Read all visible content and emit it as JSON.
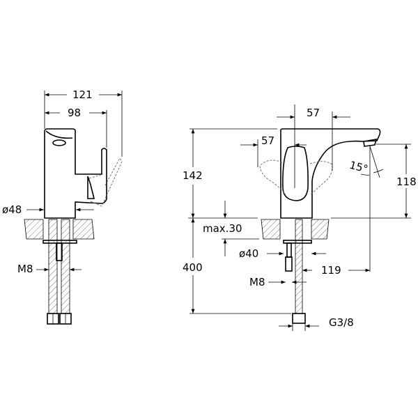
{
  "colors": {
    "line": "#000000",
    "hatch": "#555555",
    "background": "#ffffff"
  },
  "side_view": {
    "dim_total_depth": "121",
    "dim_body_depth": "98",
    "dim_diameter": "ø48",
    "dim_thread": "M8"
  },
  "front_view": {
    "dim_lever_swing": "57",
    "dim_lever_swing_left": "57",
    "dim_height": "142",
    "dim_spout_height": "118",
    "dim_angle": "15°",
    "dim_max_thickness": "max.30",
    "dim_shank_diameter": "ø40",
    "dim_reach": "119",
    "dim_hose_length": "400",
    "dim_thread": "M8",
    "dim_connection": "G3/8"
  }
}
